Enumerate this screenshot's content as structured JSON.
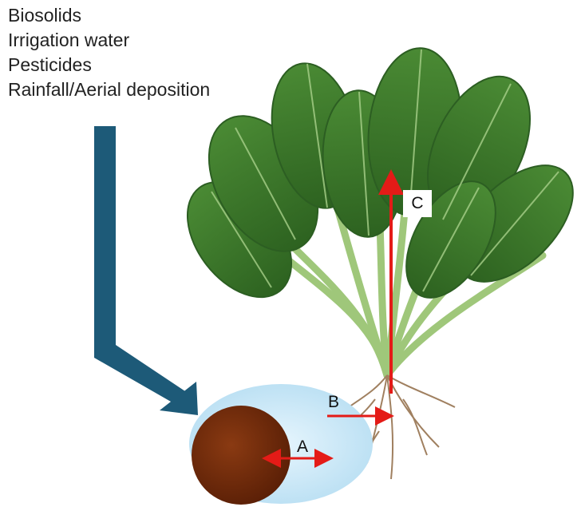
{
  "sources": [
    "Biosolids",
    "Irrigation water",
    "Pesticides",
    "Rainfall/Aerial deposition"
  ],
  "labels": {
    "a": "A",
    "b": "B",
    "c": "C"
  },
  "colors": {
    "flow_arrow": "#1d5a78",
    "transport_arrows": "#e41b17",
    "soil_particle": "#7a2e0c",
    "water_film": "#bfe3f5",
    "leaf": "#3f7d2e",
    "leaf_dark": "#2c5e22",
    "stem": "#9fc77a",
    "root": "#a08060"
  },
  "icons": {
    "plant": "spinach-plant-icon",
    "soil": "soil-particle-icon"
  }
}
